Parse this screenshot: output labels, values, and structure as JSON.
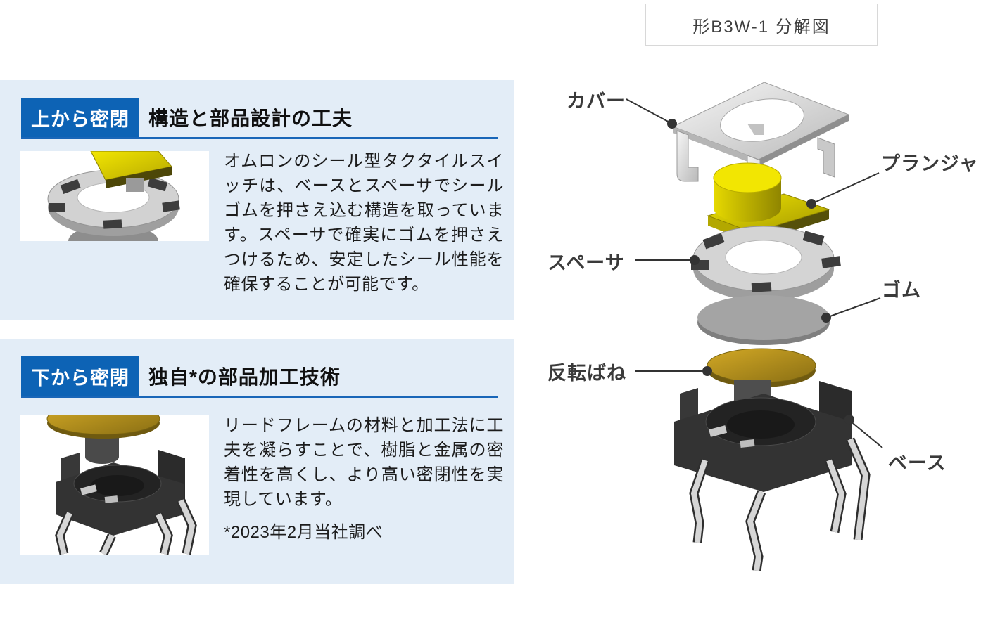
{
  "left_panels": [
    {
      "badge": "上から密閉",
      "heading": "構造と部品設計の工夫",
      "body": "オムロンのシール型タクタイルスイッチは、ベースとスペーサでシールゴムを押さえ込む構造を取っています。スペーサで確実にゴムを押さえつけるため、安定したシール性能を確保することが可能です。",
      "image": "plunger-and-spacer-3d-render"
    },
    {
      "badge": "下から密閉",
      "heading": "独自*の部品加工技術",
      "body": "リードフレームの材料と加工法に工夫を凝らすことで、樹脂と金属の密着性を高くし、より高い密閉性を実現しています。",
      "footnote": "*2023年2月当社調べ",
      "image": "base-and-spring-3d-render"
    }
  ],
  "diagram": {
    "title": "形B3W-1 分解図",
    "labels": [
      {
        "text": "カバー"
      },
      {
        "text": "プランジャ"
      },
      {
        "text": "スペーサ"
      },
      {
        "text": "ゴム"
      },
      {
        "text": "反転ばね"
      },
      {
        "text": "ベース"
      }
    ]
  },
  "colors": {
    "panel_bg": "#e3edf7",
    "badge_blue": "#0d63b5",
    "rule_blue": "#1966b8",
    "label_gray": "#3a3a3a",
    "plunger_yellow": "#e8d500",
    "spring_gold": "#c09a1e",
    "title_border": "#d8d8d8"
  }
}
